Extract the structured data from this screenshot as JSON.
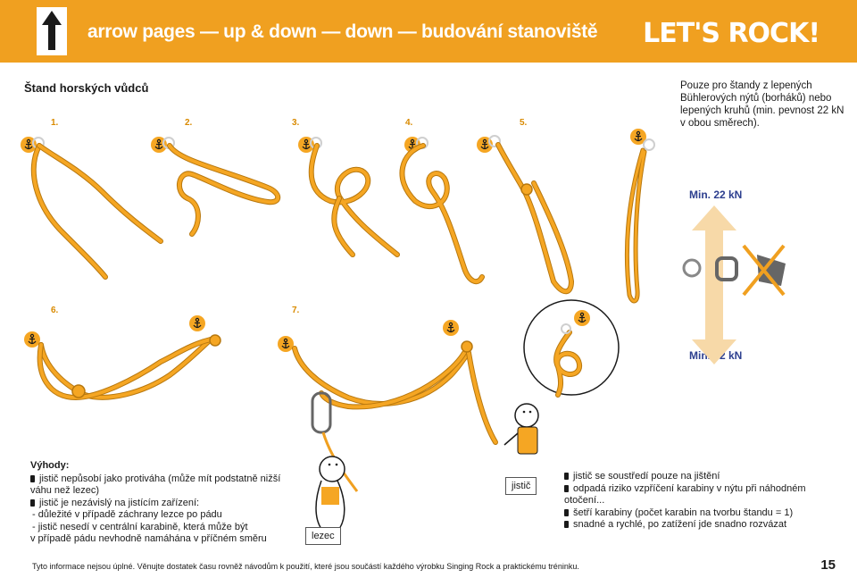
{
  "header": {
    "title": "arrow pages — up & down — down — budování stanoviště",
    "logo": "LET'S ROCK!"
  },
  "section": {
    "title": "Štand horských vůdců"
  },
  "steps": [
    "1.",
    "2.",
    "3.",
    "4.",
    "5.",
    "6.",
    "7."
  ],
  "note": "Pouze pro štandy z lepených Bühlerových nýtů (borháků) nebo lepených kruhů (min. pevnost 22 kN v obou směrech).",
  "strength": {
    "top": "Min. 22 kN",
    "bottom": "Min. 22 kN"
  },
  "advantages": {
    "title": "Výhody:",
    "items": [
      "jistič nepůsobí jako protiváha (může mít podstatně nižší",
      "váhu než lezec)",
      "jistič je nezávislý na jistícím zařízení:",
      "- důležité v případě záchrany lezce po pádu",
      "- jistič nesedí v centrální karabině, která může být",
      "v případě pádu nevhodně namáhána v příčném směru"
    ]
  },
  "labels": {
    "climber": "lezec",
    "belayer": "jistič"
  },
  "benefits": [
    "jistič se soustředí pouze na jištění",
    "odpadá riziko vzpříčení karabiny v nýtu při náhodném",
    "otočení...",
    "šetří karabiny (počet karabin na tvorbu štandu = 1)",
    "snadné a rychlé, po zatížení jde snadno rozvázat"
  ],
  "footer": "Tyto informace nejsou úplné. Věnujte dostatek času rovněž návodům k použití, které jsou součástí každého výrobku Singing Rock a praktickému tréninku.",
  "page_number": "15",
  "colors": {
    "brand_orange": "#f0a020",
    "sling_orange": "#f5a623",
    "text_blue": "#2d3f8f",
    "accent_orange": "#d98a00"
  }
}
